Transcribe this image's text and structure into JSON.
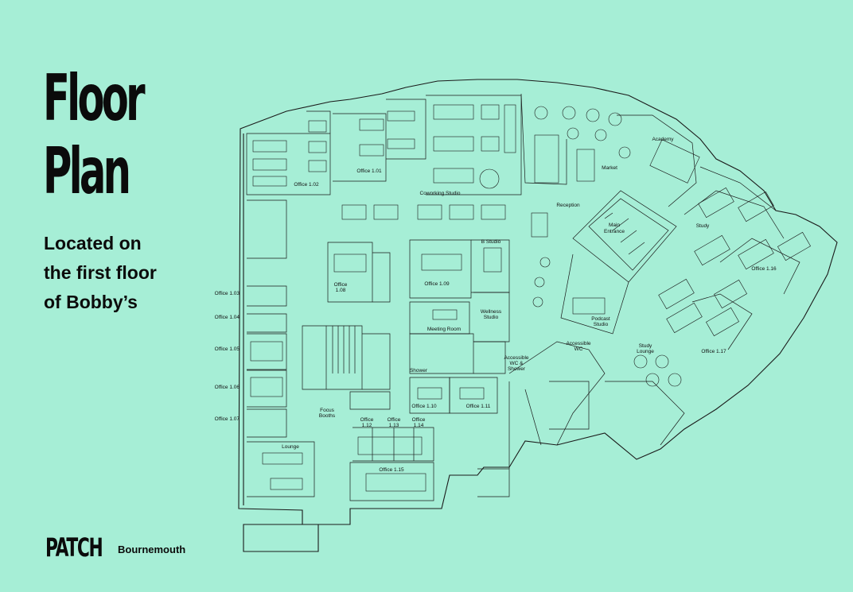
{
  "title_lines": [
    "Floor",
    "Plan"
  ],
  "subtitle_lines": [
    "Located on",
    "the first floor",
    "of Bobby’s"
  ],
  "brand": "PATCH",
  "location": "Bournemouth",
  "rooms": {
    "office_1_01": "Office 1.01",
    "office_1_02": "Office 1.02",
    "coworking_studio": "Coworking Studio",
    "reception": "Reception",
    "market": "Market",
    "academy": "Academy",
    "study": "Study",
    "office_1_16": "Office 1.16",
    "office_1_17": "Office 1.17",
    "study_lounge_1": "Study",
    "study_lounge_2": "Lounge",
    "main_entrance_1": "Main",
    "main_entrance_2": "Entrance",
    "podcast_studio_1": "Podcast",
    "podcast_studio_2": "Studio",
    "accessible_wc_1": "Accessible",
    "accessible_wc_2": "WC",
    "b_studio": "B Studio",
    "office_1_09": "Office 1.09",
    "wellness_studio_1": "Wellness",
    "wellness_studio_2": "Studio",
    "meeting_room": "Meeting Room",
    "accessible_shower_1": "Accessible",
    "accessible_shower_2": "WC &",
    "accessible_shower_3": "Shower",
    "shower": "Shower",
    "office_1_10": "Office 1.10",
    "office_1_11": "Office 1.11",
    "office_1_08_1": "Office",
    "office_1_08_2": "1.08",
    "focus_booths_1": "Focus",
    "focus_booths_2": "Booths",
    "office_1_12_1": "Office",
    "office_1_12_2": "1.12",
    "office_1_13_1": "Office",
    "office_1_13_2": "1.13",
    "office_1_14_1": "Office",
    "office_1_14_2": "1.14",
    "office_1_15": "Office 1.15",
    "lounge": "Lounge",
    "office_1_03": "Office 1.03",
    "office_1_04": "Office 1.04",
    "office_1_05": "Office 1.05",
    "office_1_06": "Office 1.06",
    "office_1_07": "Office 1.07"
  }
}
